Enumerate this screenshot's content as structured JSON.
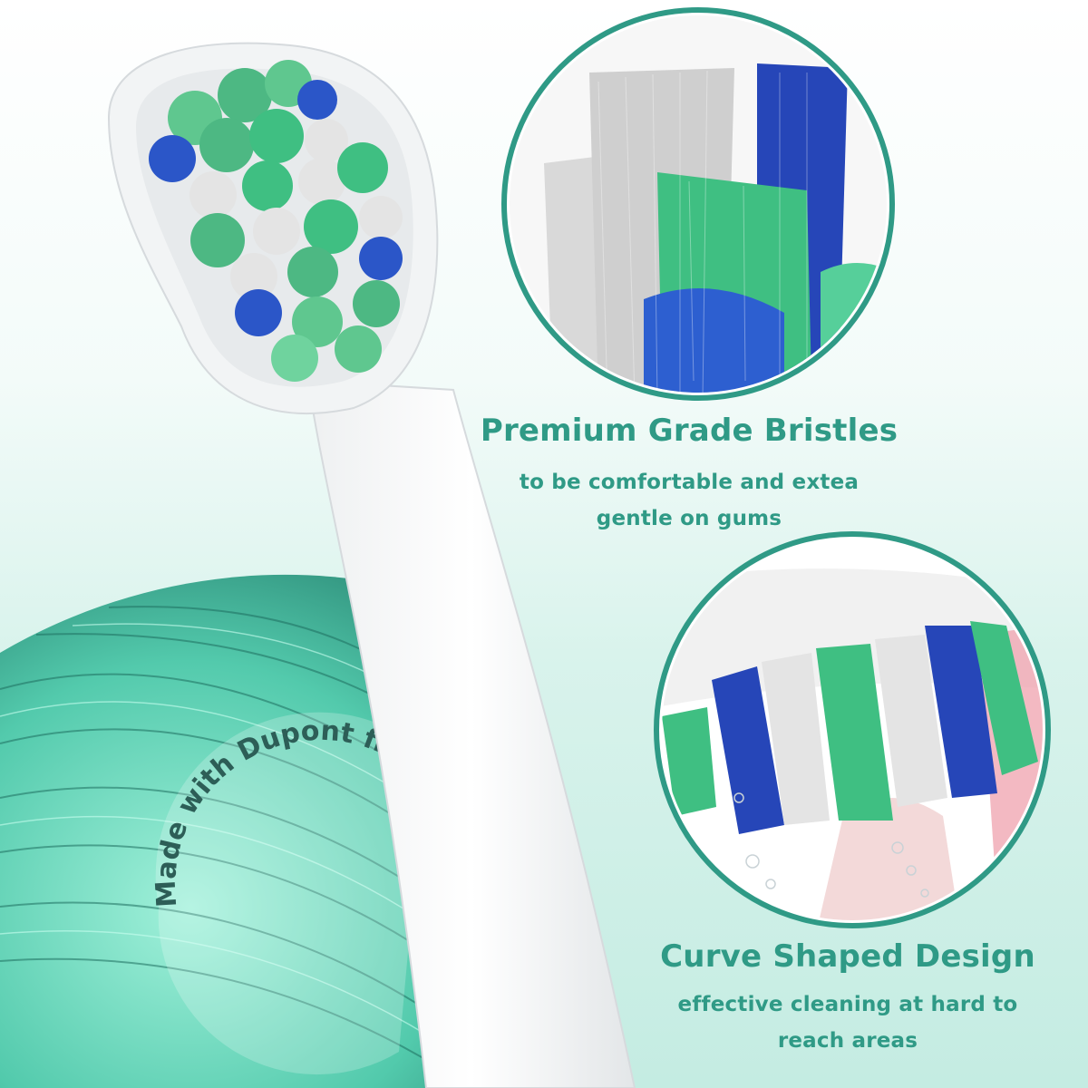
{
  "features": [
    {
      "title": "Premium Grade Bristles",
      "line1": "to be comfortable and extea",
      "line2": "gentle on gums"
    },
    {
      "title": "Curve Shaped Design",
      "line1": "effective cleaning at hard to",
      "line2": "reach areas"
    }
  ],
  "badge_text": "Made with Dupont filaments",
  "colors": {
    "accent_teal": "#2f9a86",
    "bristle_green": "#3fbf82",
    "bristle_blue": "#2b56c8",
    "bristle_white": "#e4e4e4"
  }
}
